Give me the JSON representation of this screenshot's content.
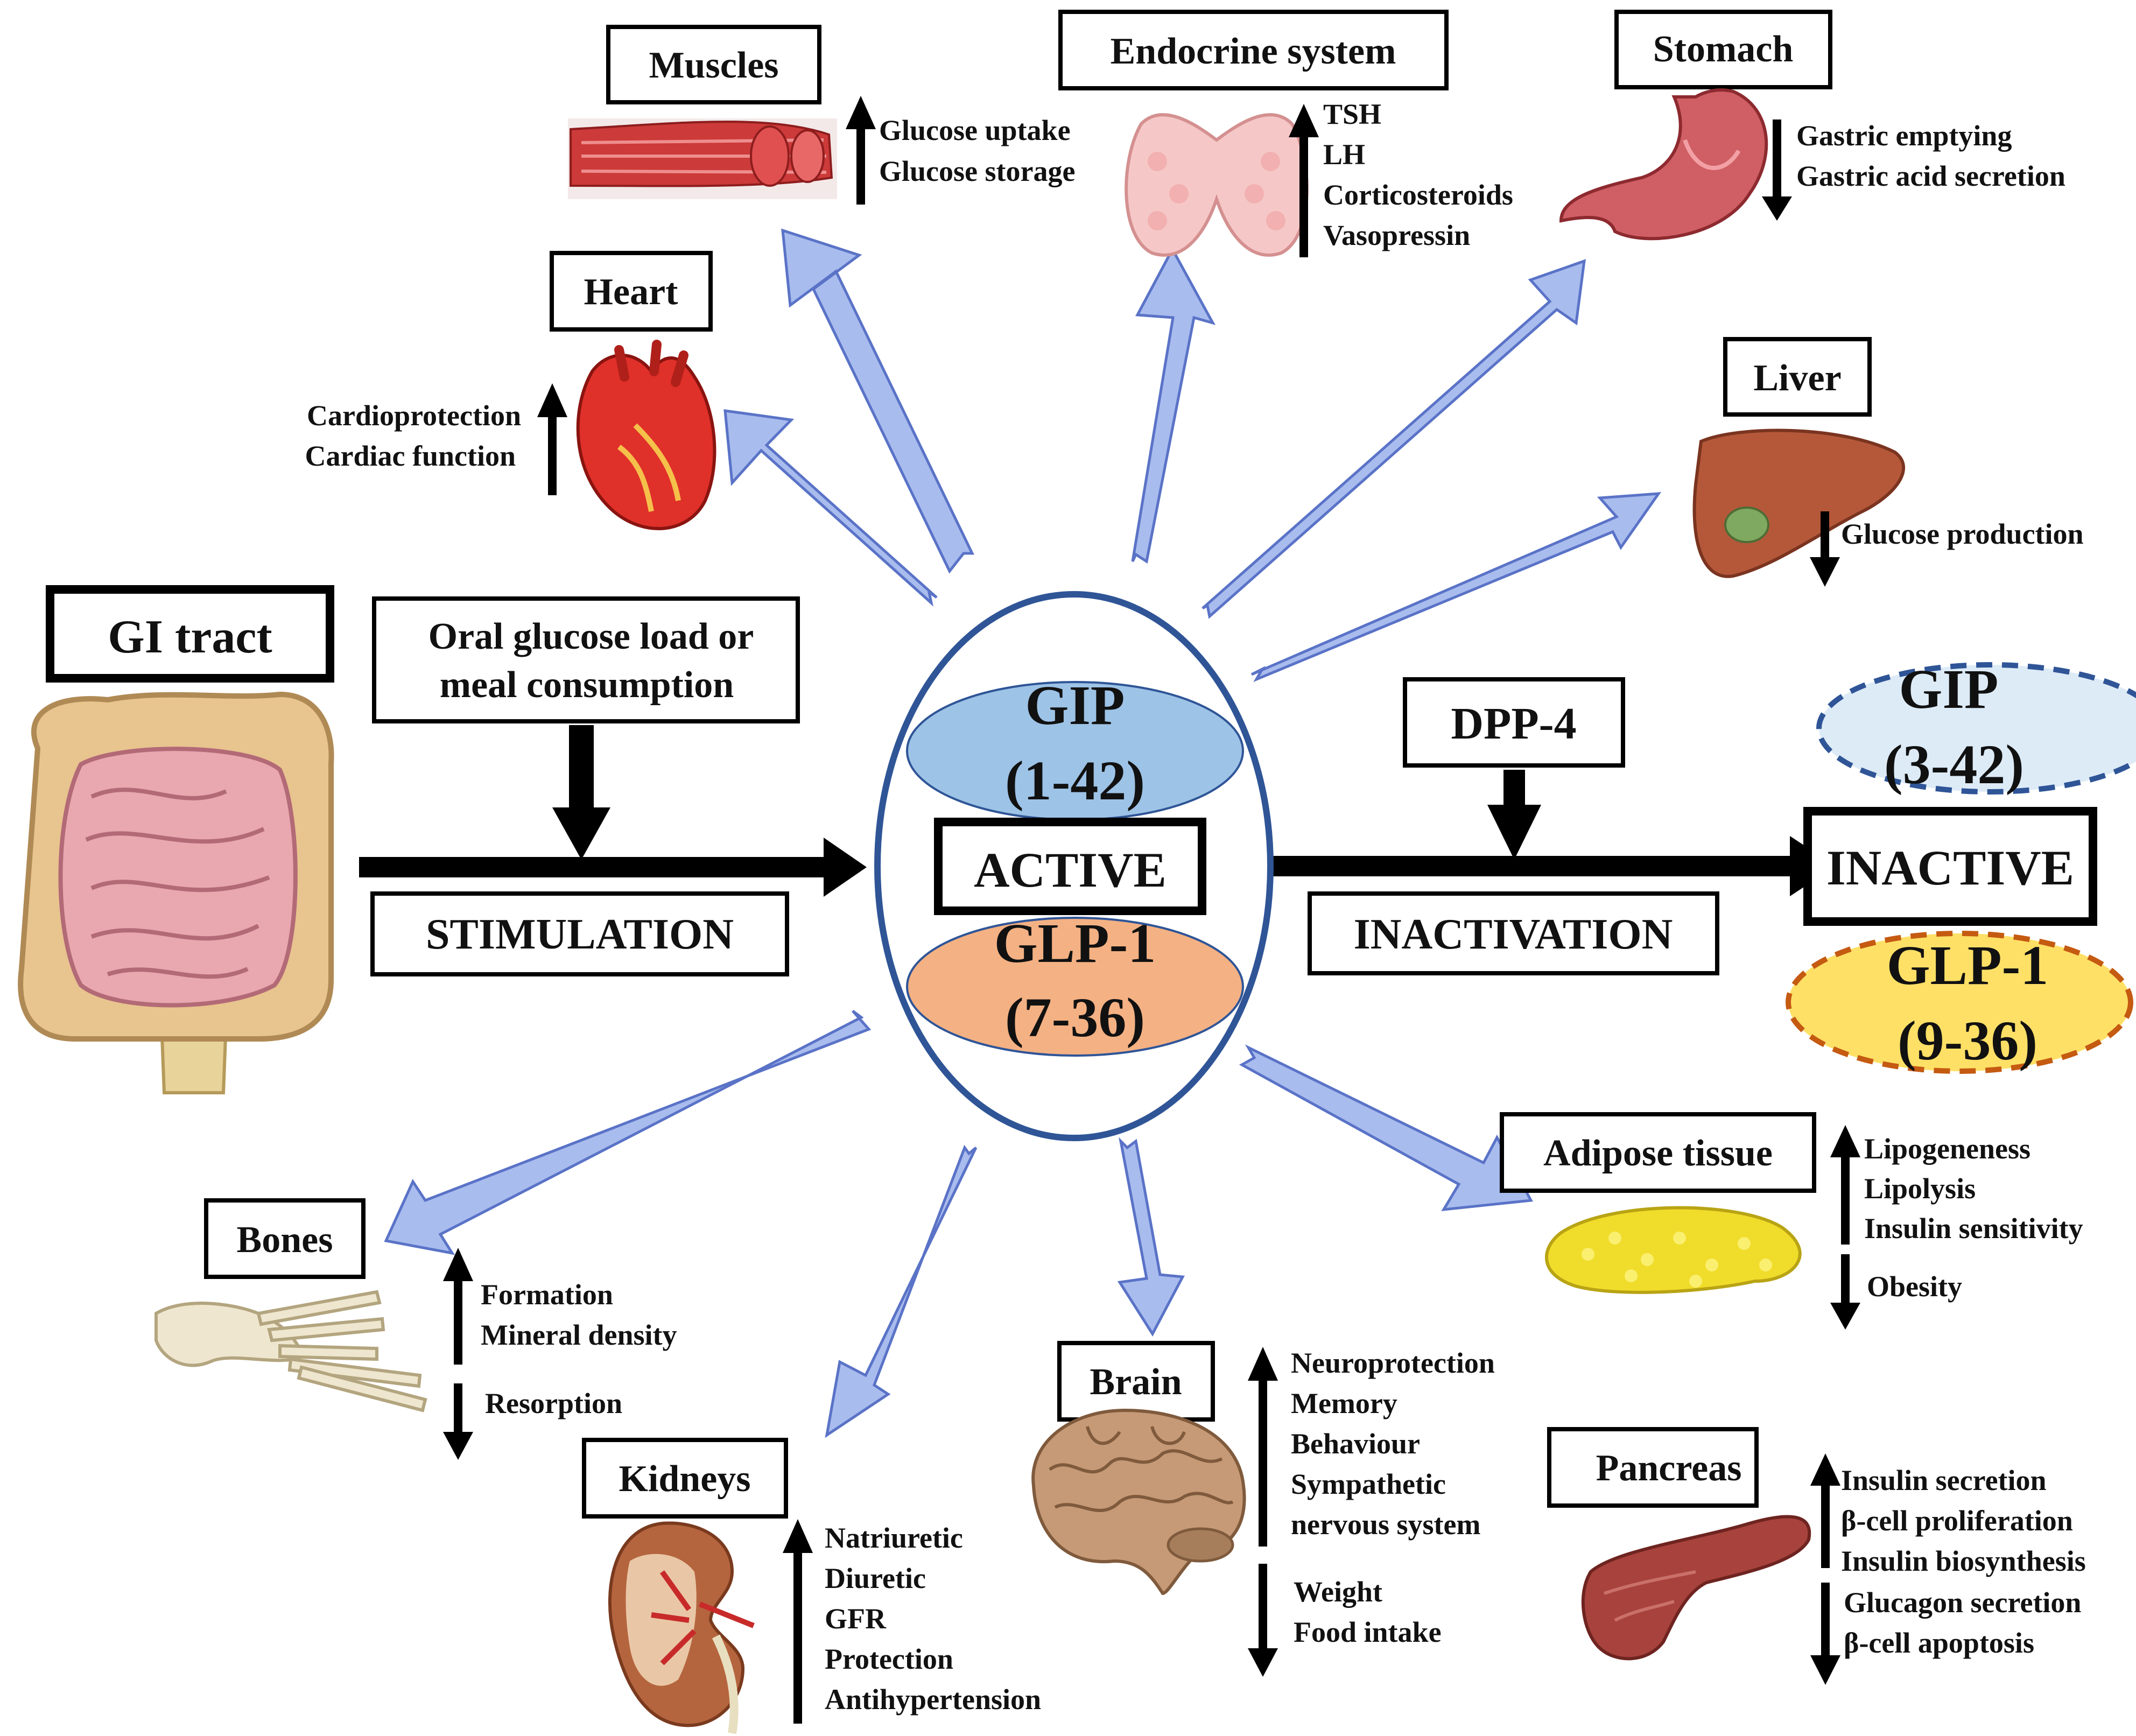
{
  "center": {
    "active_label": "ACTIVE",
    "gip_name": "GIP",
    "gip_range": "(1-42)",
    "glp1_name": "GLP-1",
    "glp1_range": "(7-36)"
  },
  "flow": {
    "source": "GI tract",
    "trigger": "Oral glucose load or meal consumption",
    "trigger_lines": [
      "Oral glucose load or",
      "meal consumption"
    ],
    "stimulation": "STIMULATION",
    "enzyme": "DPP-4",
    "inactivation": "INACTIVATION",
    "inactive_label": "INACTIVE",
    "inactive_gip_name": "GIP",
    "inactive_gip_range": "(3-42)",
    "inactive_glp1_name": "GLP-1",
    "inactive_glp1_range": "(9-36)"
  },
  "organs": {
    "muscles": {
      "title": "Muscles",
      "up": [
        "Glucose uptake",
        "Glucose storage"
      ],
      "down": []
    },
    "endocrine": {
      "title": "Endocrine system",
      "up": [
        "TSH",
        "LH",
        "Corticosteroids",
        "Vasopressin"
      ],
      "down": []
    },
    "stomach": {
      "title": "Stomach",
      "up": [],
      "down": [
        "Gastric emptying",
        "Gastric acid secretion"
      ]
    },
    "heart": {
      "title": "Heart",
      "up": [
        "Cardioprotection",
        "Cardiac function"
      ],
      "down": []
    },
    "liver": {
      "title": "Liver",
      "up": [],
      "down": [
        "Glucose production"
      ]
    },
    "adipose": {
      "title": "Adipose tissue",
      "up": [
        "Lipogeneness",
        "Lipolysis",
        "Insulin sensitivity"
      ],
      "down": [
        "Obesity"
      ]
    },
    "bones": {
      "title": "Bones",
      "up": [
        "Formation",
        "Mineral density"
      ],
      "down": [
        "Resorption"
      ]
    },
    "kidneys": {
      "title": "Kidneys",
      "up": [
        "Natriuretic",
        "Diuretic",
        "GFR",
        "Protection",
        "Antihypertension"
      ],
      "down": []
    },
    "brain": {
      "title": "Brain",
      "up": [
        "Neuroprotection",
        "Memory",
        "Behaviour",
        "Sympathetic",
        "nervous system"
      ],
      "down": [
        "Weight",
        "Food intake"
      ]
    },
    "pancreas": {
      "title": "Pancreas",
      "up": [
        "Insulin secretion",
        "β-cell proliferation",
        "Insulin biosynthesis"
      ],
      "down": [
        "Glucagon secretion",
        "β-cell apoptosis"
      ]
    }
  },
  "icons": [
    "intestine-icon",
    "muscle-icon",
    "thyroid-icon",
    "stomach-icon",
    "heart-icon",
    "liver-icon",
    "adipose-icon",
    "bone-icon",
    "kidney-icon",
    "brain-icon",
    "pancreas-icon"
  ],
  "colors": {
    "gip_fill": "#9dc3e6",
    "glp1_fill": "#f4b183",
    "central_ring": "#2f5597",
    "inactive_gip_fill": "#ddebf7",
    "inactive_gip_border": "#2f5597",
    "inactive_glp1_fill": "#ffe066",
    "inactive_glp1_border": "#c55a11",
    "blue_arrow_fill": "#a4b8ec",
    "blue_arrow_stroke": "#5a73c7"
  }
}
